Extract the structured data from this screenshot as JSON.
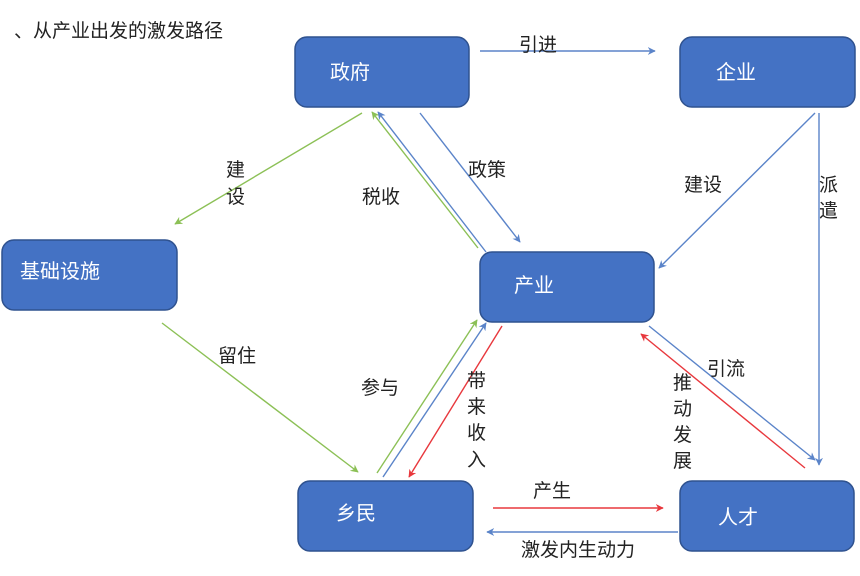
{
  "title": "、从产业出发的激发路径",
  "nodes": {
    "gov": "政府",
    "ent": "企业",
    "infra": "基础设施",
    "ind": "产业",
    "vill": "乡民",
    "tal": "人才"
  },
  "edges": {
    "introduce": "引进",
    "build_gov": [
      "建",
      "设"
    ],
    "tax": "税收",
    "policy": "政策",
    "build_ent": "建设",
    "dispatch": [
      "派",
      "遣"
    ],
    "retain": "留住",
    "participate": "参与",
    "bring_income": [
      "带",
      "来",
      "收",
      "入"
    ],
    "attract": "引流",
    "promote": [
      "推",
      "动",
      "发",
      "展"
    ],
    "produce": "产生",
    "motivate": "激发内生动力"
  },
  "colors": {
    "node_fill": "#4472c4",
    "edge_blue": "#5b84c9",
    "edge_green": "#8cc056",
    "edge_red": "#e8383d"
  }
}
